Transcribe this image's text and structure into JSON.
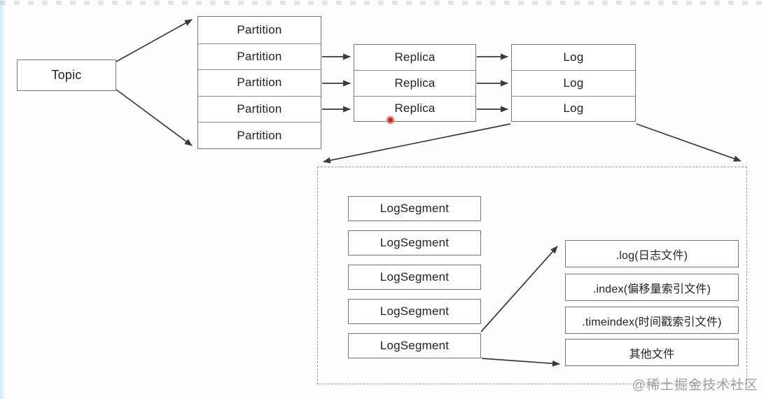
{
  "colors": {
    "box_border": "#757575",
    "row_divider": "#8b8b8b",
    "arrow": "#3a3a3a",
    "text": "#222222",
    "dashed_border": "#9a9a9a",
    "watermark": "#9e9e9e",
    "cursor_dot_red": "#b03029",
    "left_edge_strip_blue": "#cfe8f7"
  },
  "diagram": {
    "topic_label": "Topic",
    "partitions": [
      "Partition",
      "Partition",
      "Partition",
      "Partition",
      "Partition"
    ],
    "replicas": [
      "Replica",
      "Replica",
      "Replica"
    ],
    "logs": [
      "Log",
      "Log",
      "Log"
    ],
    "log_segments": [
      "LogSegment",
      "LogSegment",
      "LogSegment",
      "LogSegment",
      "LogSegment"
    ],
    "files": [
      ".log(日志文件)",
      ".index(偏移量索引文件)",
      ".timeindex(时间戳索引文件)",
      "其他文件"
    ]
  },
  "watermark": "@稀土掘金技术社区"
}
